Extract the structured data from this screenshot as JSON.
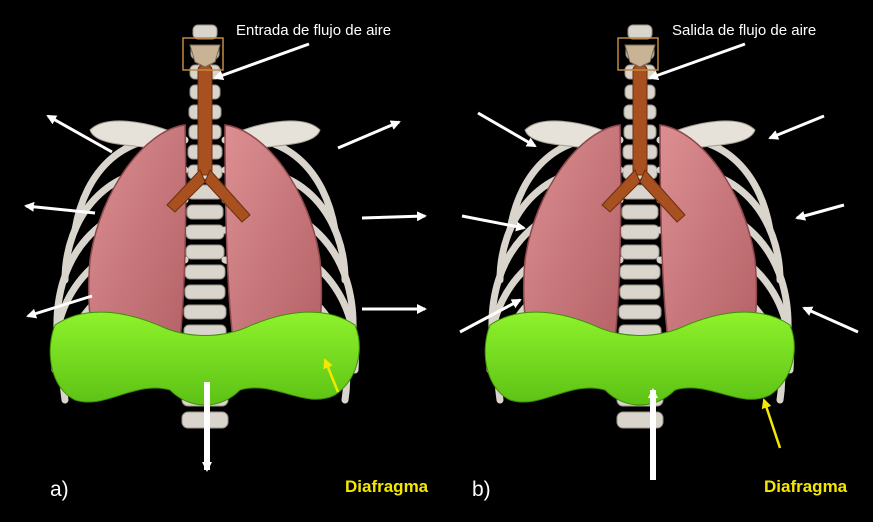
{
  "panels": [
    {
      "letter": "a)",
      "airflow_label": "Entrada de flujo de aire",
      "diaphragm_label": "Diafragma"
    },
    {
      "letter": "b)",
      "airflow_label": "Salida de flujo de aire",
      "diaphragm_label": "Diafragma"
    }
  ],
  "colors": {
    "background": "#000000",
    "lung": "#c8767a",
    "diaphragm": "#7ee81e",
    "bone": "#d9d4cc",
    "trachea": "#a8501f",
    "label_yellow": "#f5e800",
    "arrow": "#ffffff"
  }
}
